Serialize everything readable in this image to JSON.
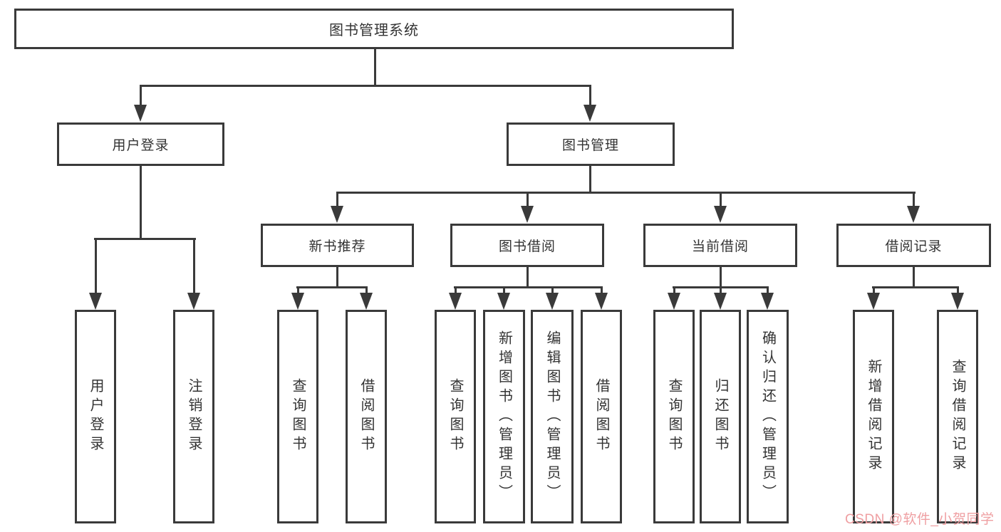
{
  "diagram": {
    "root": "图书管理系统",
    "level2": [
      "用户登录",
      "图书管理"
    ],
    "level3": [
      "新书推荐",
      "图书借阅",
      "当前借阅",
      "借阅记录"
    ],
    "leaves": {
      "login": [
        "用户登录",
        "注销登录"
      ],
      "recommend": [
        "查询图书",
        "借阅图书"
      ],
      "borrow": [
        "查询图书",
        "新增图书（管理员）",
        "编辑图书（管理员）",
        "借阅图书"
      ],
      "current": [
        "查询图书",
        "归还图书",
        "确认归还（管理员）"
      ],
      "records": [
        "新增借阅记录",
        "查询借阅记录"
      ]
    },
    "watermark": "CSDN @软件_小贺同学",
    "colors": {
      "line": "#3a3a3a",
      "text": "#333333",
      "watermark": "#ef9fa2",
      "background": "#ffffff"
    }
  }
}
